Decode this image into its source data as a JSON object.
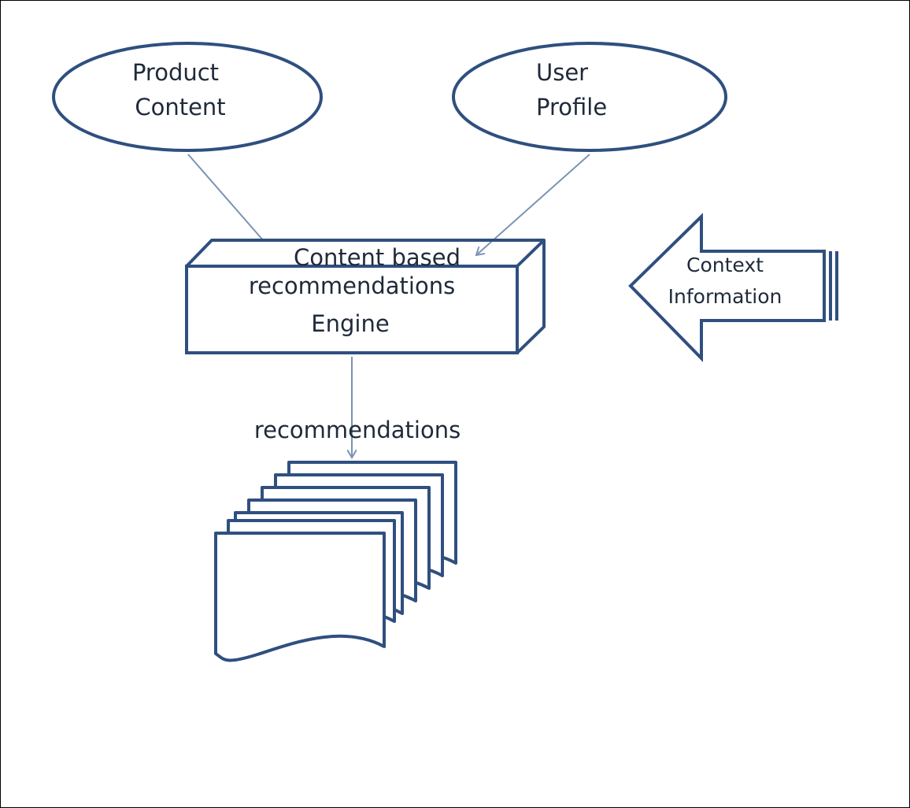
{
  "colors": {
    "shape_stroke": "#2f4f7f",
    "connector": "#7b93b6",
    "text": "#1f2a3a",
    "background": "#ffffff"
  },
  "nodes": {
    "product_content": {
      "line1": "Product",
      "line2": "Content"
    },
    "user_profile": {
      "line1": "User",
      "line2": "Profile"
    },
    "engine": {
      "line1": "Content based",
      "line2": "recommendations",
      "line3": "Engine"
    },
    "context": {
      "line1": "Context",
      "line2": "Information"
    },
    "recommendations": {
      "label": "recommendations"
    }
  },
  "icons": {
    "documents": "multi-document-stack-icon",
    "context_arrow": "left-block-arrow-icon"
  }
}
